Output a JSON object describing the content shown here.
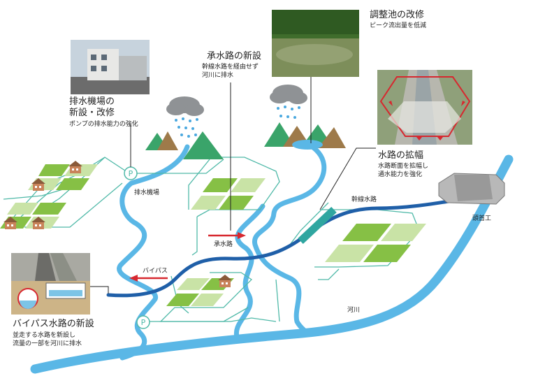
{
  "callouts": {
    "pump_station": {
      "title_line1": "排水機場の",
      "title_line2": "新設・改修",
      "desc": "ポンプの排水能力の強化"
    },
    "drain_channel": {
      "title": "承水路の新設",
      "desc_line1": "幹線水路を経由せず",
      "desc_line2": "河川に排水"
    },
    "regulating_pond": {
      "title": "調整池の改修",
      "desc": "ピーク流出量を低減"
    },
    "channel_widening": {
      "title": "水路の拡幅",
      "desc_line1": "水路断面を拡幅し",
      "desc_line2": "通水能力を強化"
    },
    "bypass_channel": {
      "title": "バイパス水路の新設",
      "desc_line1": "並走する水路を新設し",
      "desc_line2": "流量の一部を河川に排水"
    }
  },
  "map_labels": {
    "pump_station": "排水機場",
    "drain_channel": "承水路",
    "bypass": "バイパス",
    "main_canal": "幹線水路",
    "head_works": "頭首工",
    "river": "河川"
  },
  "pump_symbol": "P",
  "colors": {
    "river": "#5ab7e6",
    "main_canal": "#1f5fa8",
    "field_dark": "#86c045",
    "field_light": "#c9e3a6",
    "outline": "#4fb9a8",
    "arrow": "#d7282f",
    "mountain_green": "#3aa46a",
    "mountain_brown": "#9e7a4a"
  }
}
